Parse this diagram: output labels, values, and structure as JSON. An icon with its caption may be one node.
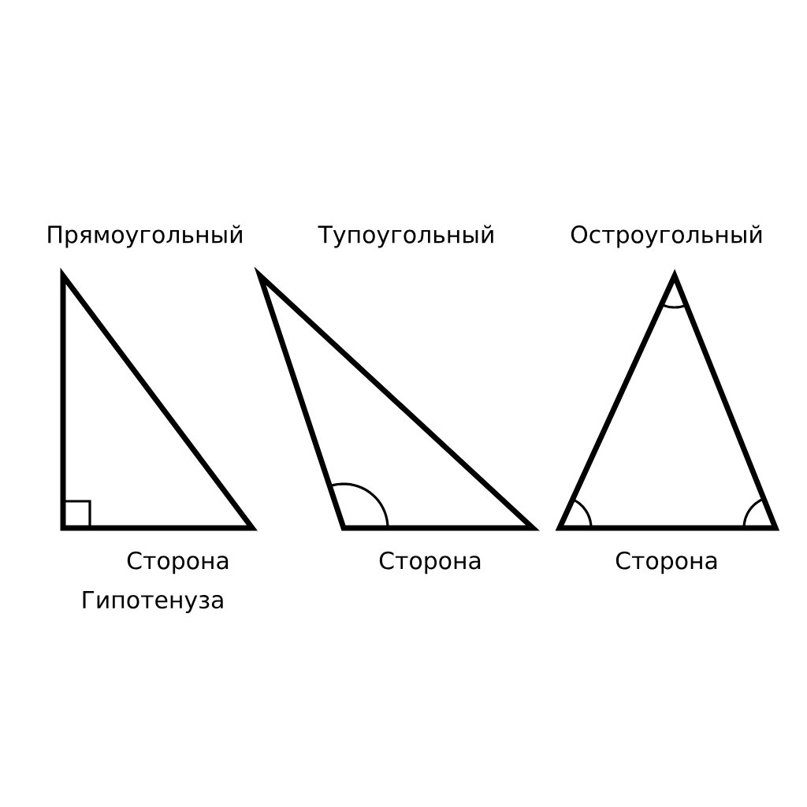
{
  "diagram": {
    "nodes": [
      {
        "text": [
          "Прямоугольный"
        ],
        "beside": [
          "Сторона",
          "Гипотенуза"
        ]
      },
      {
        "text": [
          "Тупоугольный"
        ],
        "beside": [
          "Сторона"
        ]
      },
      {
        "text": [
          "Остроугольный"
        ],
        "beside": [
          "Сторона"
        ]
      }
    ]
  }
}
